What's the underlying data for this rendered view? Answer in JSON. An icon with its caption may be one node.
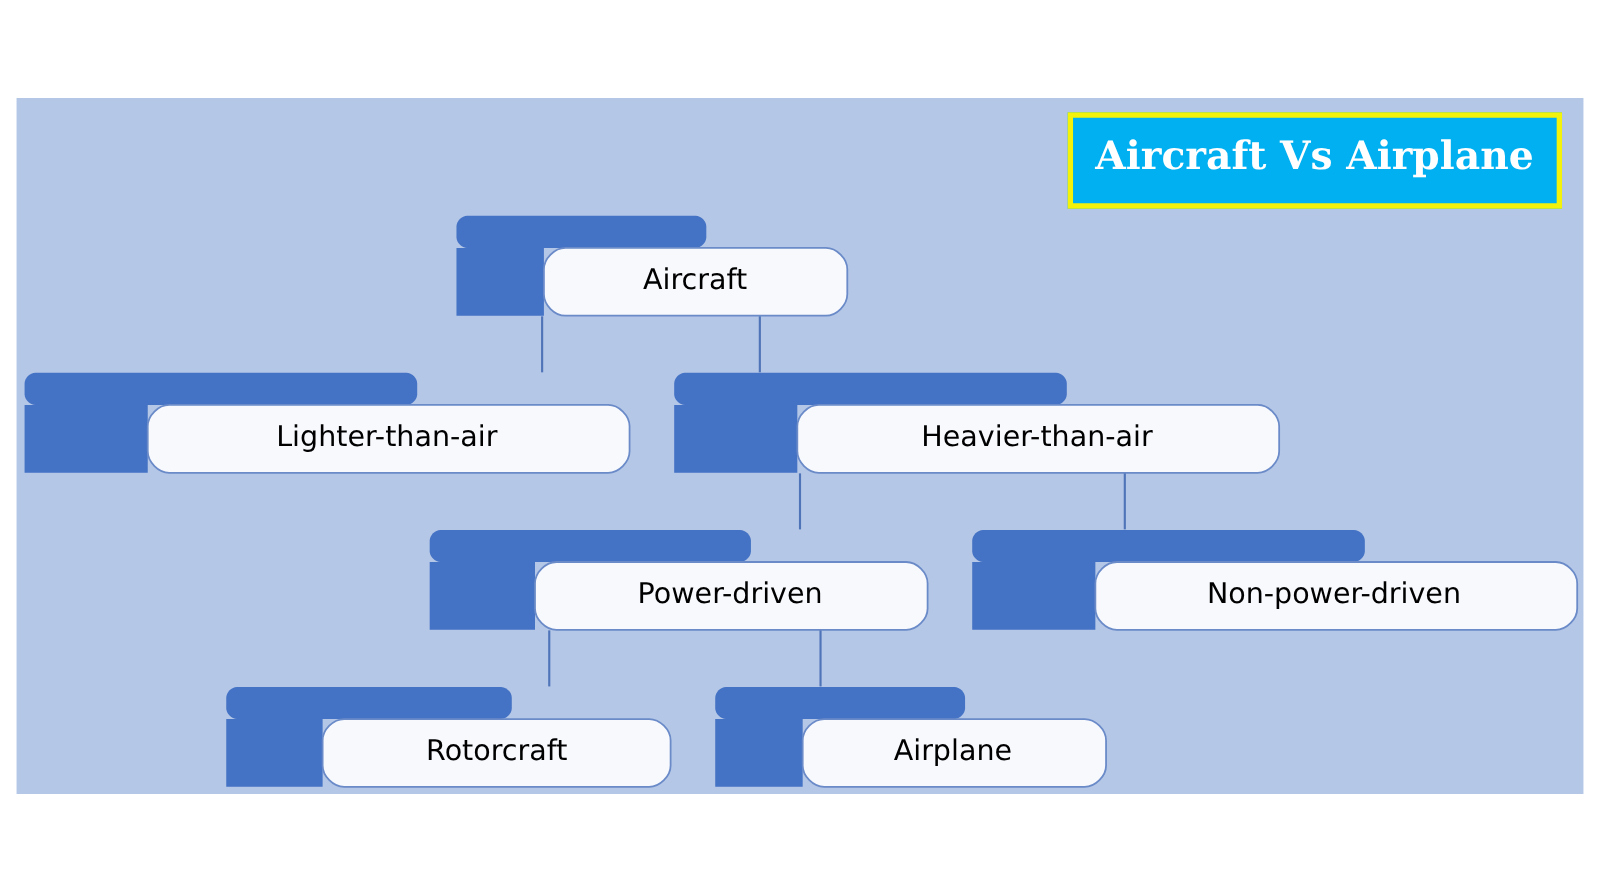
{
  "diagram": {
    "title": "Aircraft Vs Airplane",
    "nodes": [
      {
        "text": [
          "Aircraft"
        ]
      },
      {
        "text": [
          "Lighter-than-air"
        ]
      },
      {
        "text": [
          "Heavier-than-air"
        ]
      },
      {
        "text": [
          "Power-driven"
        ]
      },
      {
        "text": [
          "Non-power-driven"
        ]
      },
      {
        "text": [
          "Rotorcraft"
        ]
      },
      {
        "text": [
          "Airplane"
        ]
      }
    ],
    "edges": [
      {
        "from": 0,
        "to": 1,
        "arrow": "none"
      },
      {
        "from": 0,
        "to": 2,
        "arrow": "none"
      },
      {
        "from": 2,
        "to": 3,
        "arrow": "none"
      },
      {
        "from": 2,
        "to": 4,
        "arrow": "none"
      },
      {
        "from": 3,
        "to": 5,
        "arrow": "none"
      },
      {
        "from": 3,
        "to": 6,
        "arrow": "none"
      }
    ]
  }
}
